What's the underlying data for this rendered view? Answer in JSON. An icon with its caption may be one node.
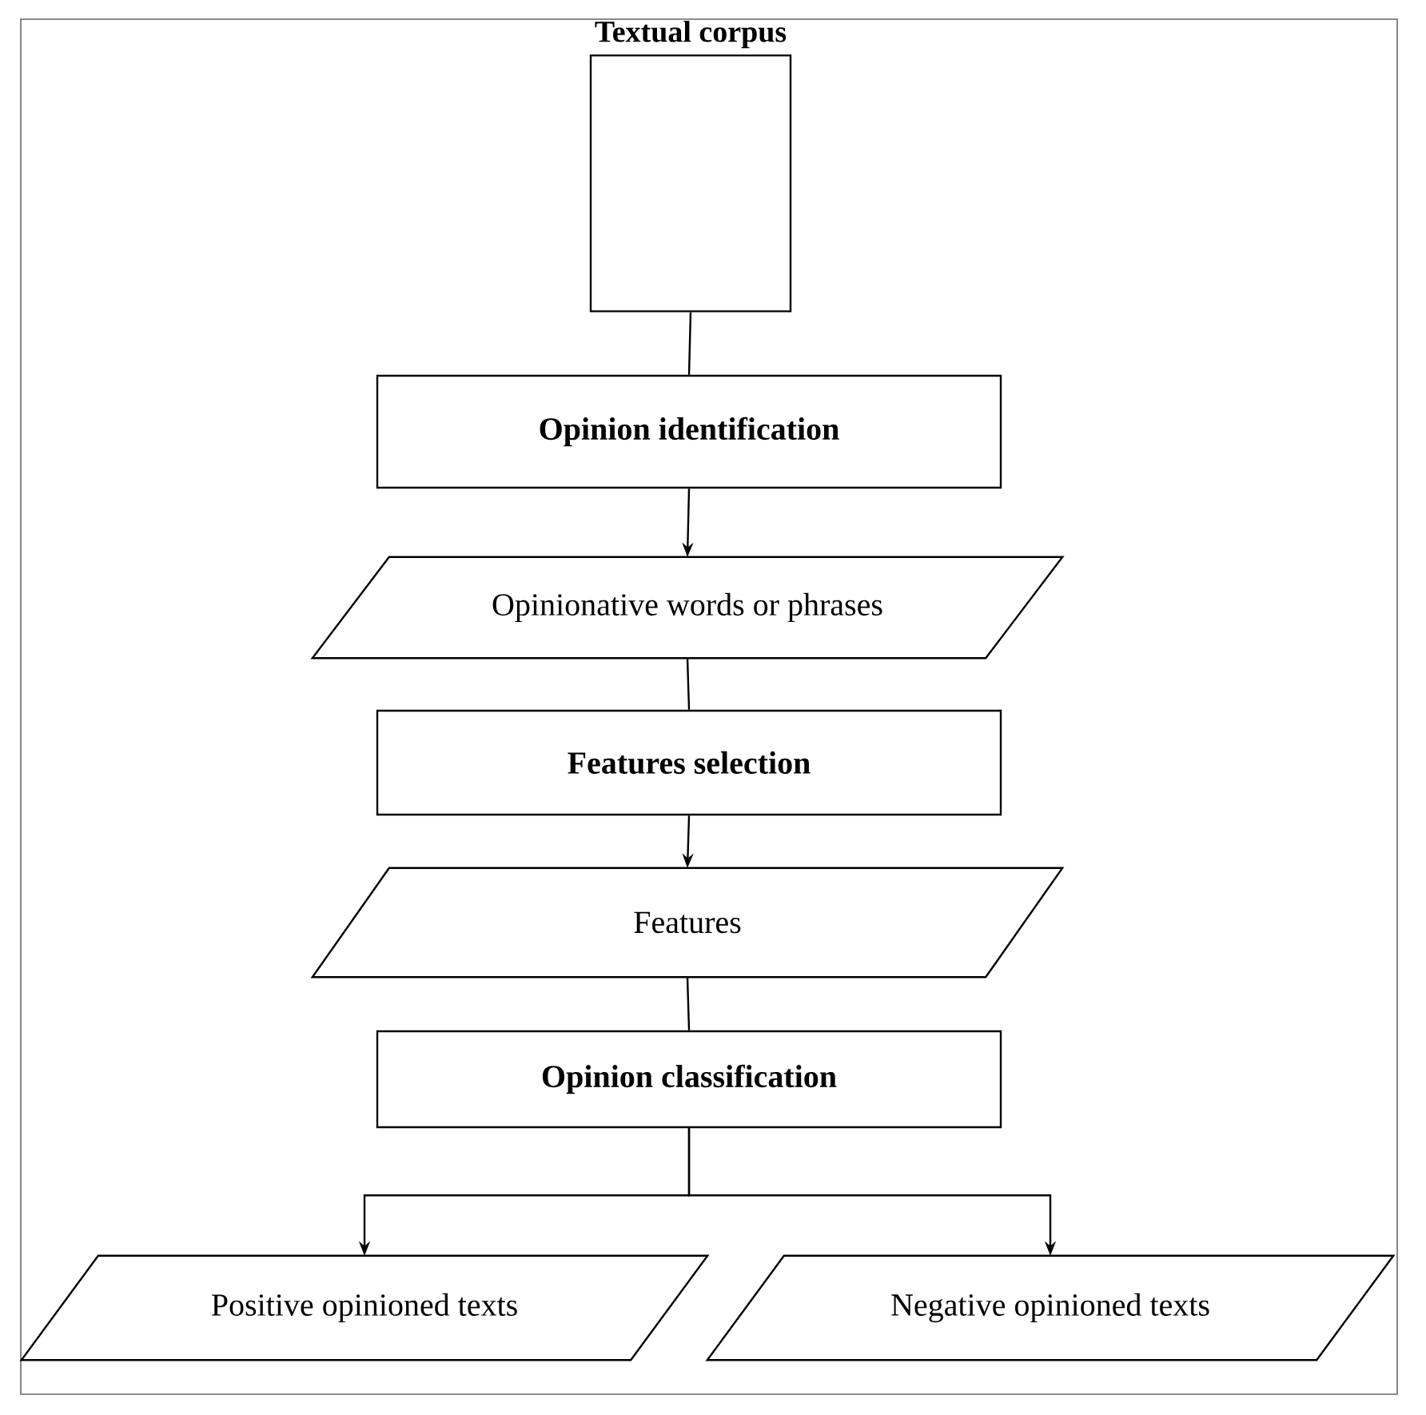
{
  "diagram": {
    "nodes": [
      {
        "text": [
          "Textual corpus"
        ]
      },
      {
        "text": [
          "Opinion identification"
        ]
      },
      {
        "text": [
          "Opinionative words or phrases"
        ]
      },
      {
        "text": [
          "Features selection"
        ]
      },
      {
        "text": [
          "Features"
        ]
      },
      {
        "text": [
          "Opinion classification"
        ]
      },
      {
        "text": [
          "Positive opinioned texts"
        ]
      },
      {
        "text": [
          "Negative opinioned texts"
        ]
      }
    ],
    "edges": [
      {
        "from": 0,
        "to": 1,
        "arrow": "none"
      },
      {
        "from": 1,
        "to": 2,
        "arrow": "to"
      },
      {
        "from": 2,
        "to": 3,
        "arrow": "none"
      },
      {
        "from": 3,
        "to": 4,
        "arrow": "to"
      },
      {
        "from": 4,
        "to": 5,
        "arrow": "none"
      },
      {
        "from": 5,
        "to": 6,
        "arrow": "to"
      },
      {
        "from": 5,
        "to": 7,
        "arrow": "to"
      }
    ]
  }
}
